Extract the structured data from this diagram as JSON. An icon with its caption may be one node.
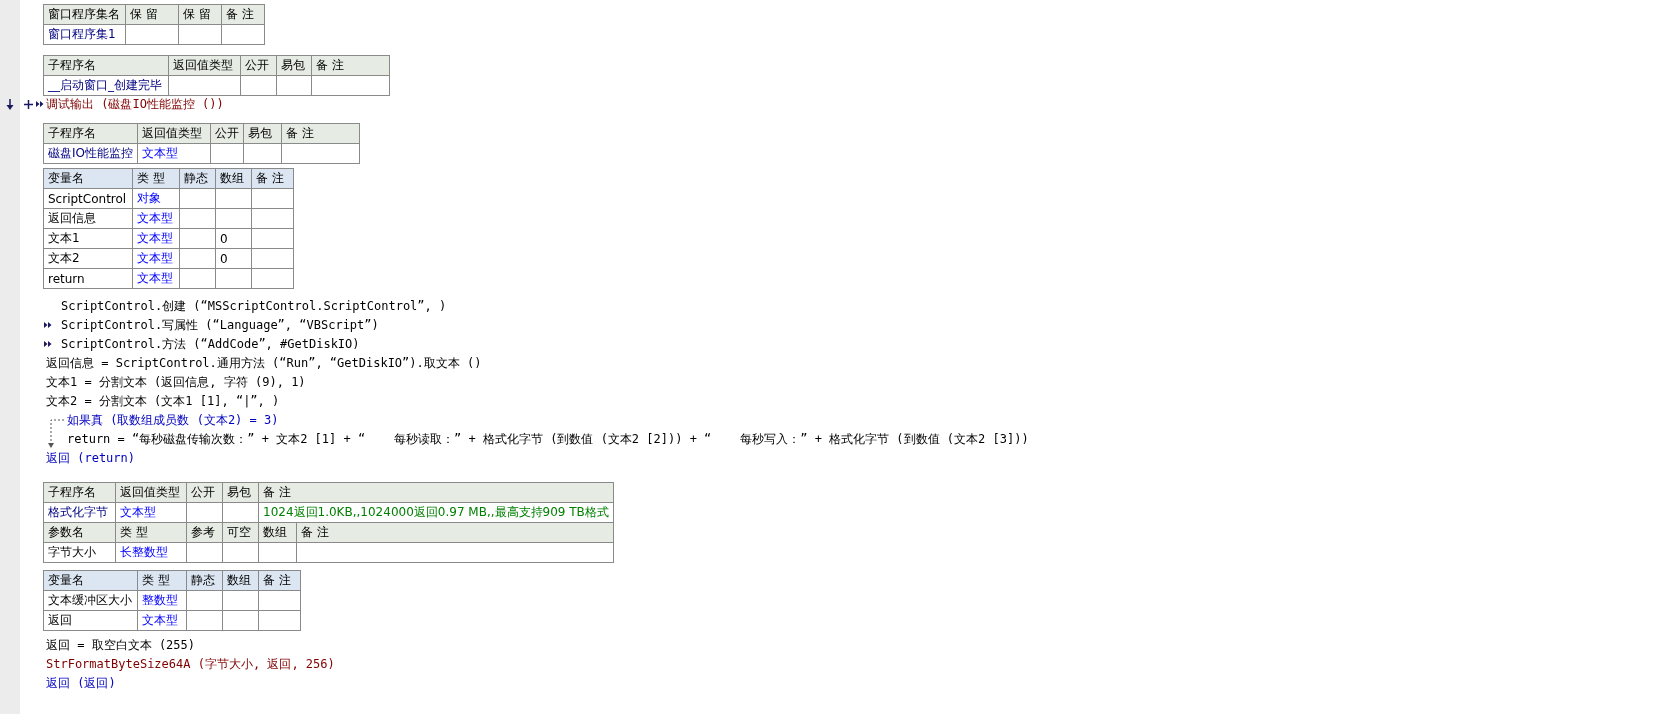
{
  "diagram": {
    "labels": [
      "窗口程序集名",
      "保 留",
      "保 留",
      "备 注",
      "窗口程序集1",
      "子程序名",
      "返回值类型",
      "公开",
      "易包",
      "备 注",
      "__启动窗口_创建完毕",
      "调试输出 (磁盘IO性能监控 ())",
      "子程序名",
      "返回值类型",
      "公开",
      "易包",
      "备 注",
      "磁盘IO性能监控",
      "文本型",
      "变量名",
      "类 型",
      "静态",
      "数组",
      "备 注",
      "ScriptControl",
      "对象",
      "返回信息",
      "文本型",
      "文本1",
      "文本型",
      "0",
      "文本2",
      "文本型",
      "0",
      "return",
      "文本型",
      "ScriptControl.创建 (“MSScriptControl.ScriptControl”, )",
      "ScriptControl.写属性 (“Language”, “VBScript”)",
      "ScriptControl.方法 (“AddCode”, #GetDiskIO)",
      "返回信息 = ScriptControl.通用方法 (“Run”, “GetDiskIO”).取文本 ()",
      "文本1 = 分割文本 (返回信息, 字符 (9), 1)",
      "文本2 = 分割文本 (文本1 [1], “|”, )",
      "如果真 (取数组成员数 (文本2) = 3)",
      "return = “每秒磁盘传输次数：” + 文本2 [1] + “    每秒读取：” + 格式化字节 (到数值 (文本2 [2])) + “    每秒写入：” + 格式化字节 (到数值 (文本2 [3]))",
      "返回 (return)",
      "子程序名",
      "返回值类型",
      "公开",
      "易包",
      "备 注",
      "格式化字节",
      "文本型",
      "1024返回1.0KB,,1024000返回0.97 MB,,最高支持909 TB格式",
      "参数名",
      "类 型",
      "参考",
      "可空",
      "数组",
      "备 注",
      "字节大小",
      "长整数型",
      "变量名",
      "类 型",
      "静态",
      "数组",
      "备 注",
      "文本缓冲区大小",
      "整数型",
      "返回",
      "文本型",
      "返回 = 取空白文本 (255)",
      "StrFormatByteSize64A (字节大小, 返回, 256)",
      "返回 (返回)"
    ]
  }
}
